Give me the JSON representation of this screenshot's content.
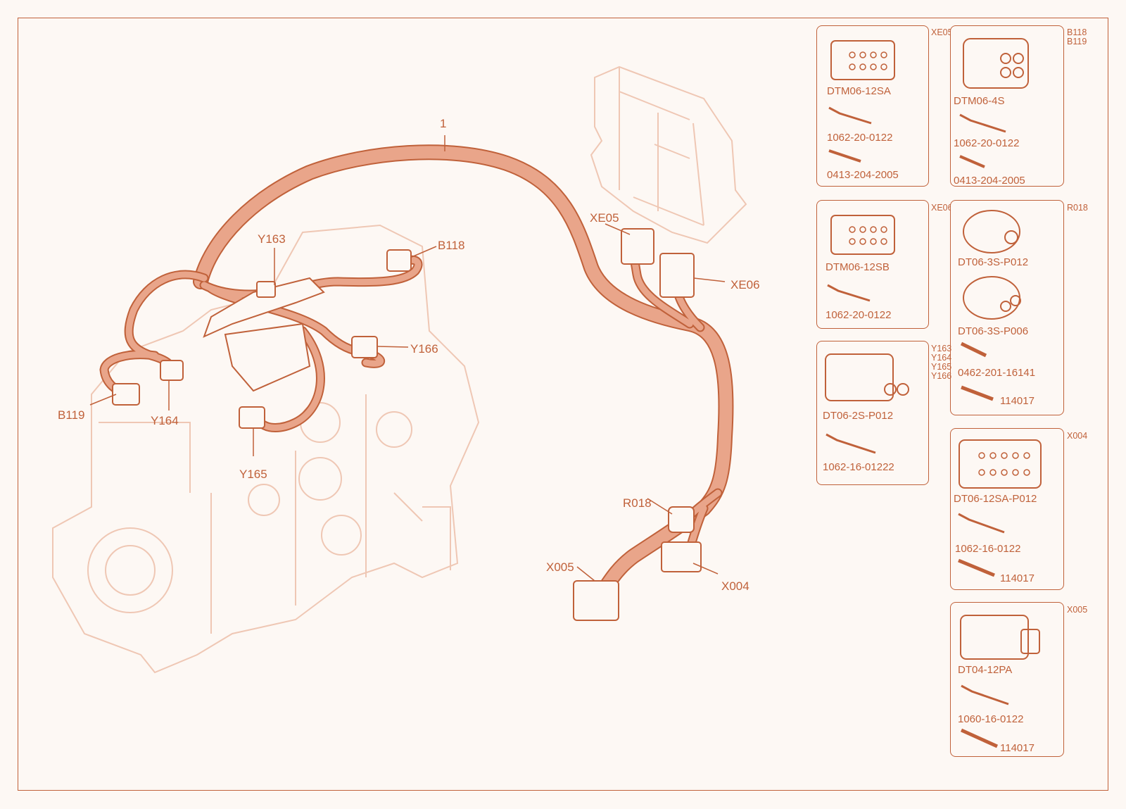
{
  "harness": {
    "item_label": "1"
  },
  "callouts": {
    "y163": "Y163",
    "b118": "B118",
    "xe05": "XE05",
    "xe06": "XE06",
    "y166": "Y166",
    "b119": "B119",
    "y164": "Y164",
    "y165": "Y165",
    "r018": "R018",
    "x005": "X005",
    "x004": "X004"
  },
  "panels": {
    "xe05": {
      "tags": [
        "XE05"
      ],
      "connector": "DTM06-12SA",
      "parts": [
        "1062-20-0122",
        "0413-204-2005"
      ]
    },
    "b118": {
      "tags": [
        "B118",
        "B119"
      ],
      "connector": "DTM06-4S",
      "parts": [
        "1062-20-0122",
        "0413-204-2005"
      ]
    },
    "xe06": {
      "tags": [
        "XE06"
      ],
      "connector": "DTM06-12SB",
      "parts": [
        "1062-20-0122"
      ]
    },
    "r018": {
      "tags": [
        "R018"
      ],
      "connector": "DT06-3S-P012",
      "connector2": "DT06-3S-P006",
      "parts": [
        "0462-201-16141",
        "114017"
      ]
    },
    "y163": {
      "tags": [
        "Y163",
        "Y164",
        "Y165",
        "Y166"
      ],
      "connector": "DT06-2S-P012",
      "parts": [
        "1062-16-01222"
      ]
    },
    "x004": {
      "tags": [
        "X004"
      ],
      "connector": "DT06-12SA-P012",
      "parts": [
        "1062-16-0122",
        "114017"
      ]
    },
    "x005": {
      "tags": [
        "X005"
      ],
      "connector": "DT04-12PA",
      "parts": [
        "1060-16-0122",
        "114017"
      ]
    }
  },
  "colors": {
    "line": "#c0613a",
    "harness_fill": "#e9a58a",
    "faded": "#efc7b4",
    "background": "#fdf8f4"
  }
}
